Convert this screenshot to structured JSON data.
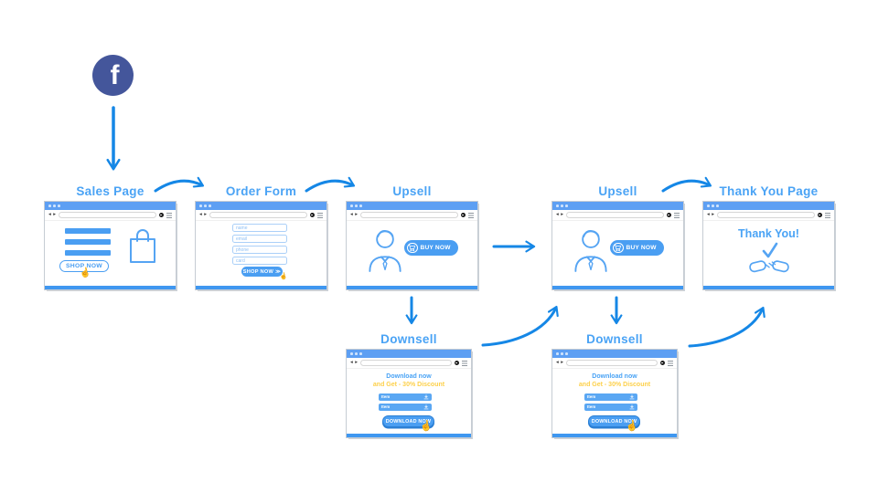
{
  "colors": {
    "arrow_blue": "#1587e6",
    "heading_blue": "#4aa3f5",
    "chrome_blue": "#5d9ff3",
    "accent_blue": "#4a9ef2",
    "discount_yellow": "#fdd04a",
    "facebook_navy": "#44569b"
  },
  "icons": {
    "hand_cursor": "☝",
    "nav_back": "◂",
    "nav_forward": "▸"
  },
  "source": {
    "glyph": "f"
  },
  "windows": {
    "sales": {
      "label": "Sales Page",
      "button": "SHOP NOW"
    },
    "order": {
      "label": "Order Form",
      "fields": [
        "name",
        "email",
        "phone",
        "card"
      ],
      "button": "SHOP NOW",
      "button_chevron": "≫"
    },
    "upsell1": {
      "label": "Upsell",
      "button": "BUY NOW"
    },
    "upsell2": {
      "label": "Upsell",
      "button": "BUY NOW"
    },
    "thankyou": {
      "label": "Thank You Page",
      "message": "Thank You!"
    },
    "downsell1": {
      "label": "Downsell",
      "headline": "Download now",
      "subline": "and Get - 30% Discount",
      "items": [
        "Item",
        "Item"
      ],
      "button": "DOWNLOAD NOW"
    },
    "downsell2": {
      "label": "Downsell",
      "headline": "Download now",
      "subline": "and Get - 30% Discount",
      "items": [
        "Item",
        "Item"
      ],
      "button": "DOWNLOAD NOW"
    }
  }
}
